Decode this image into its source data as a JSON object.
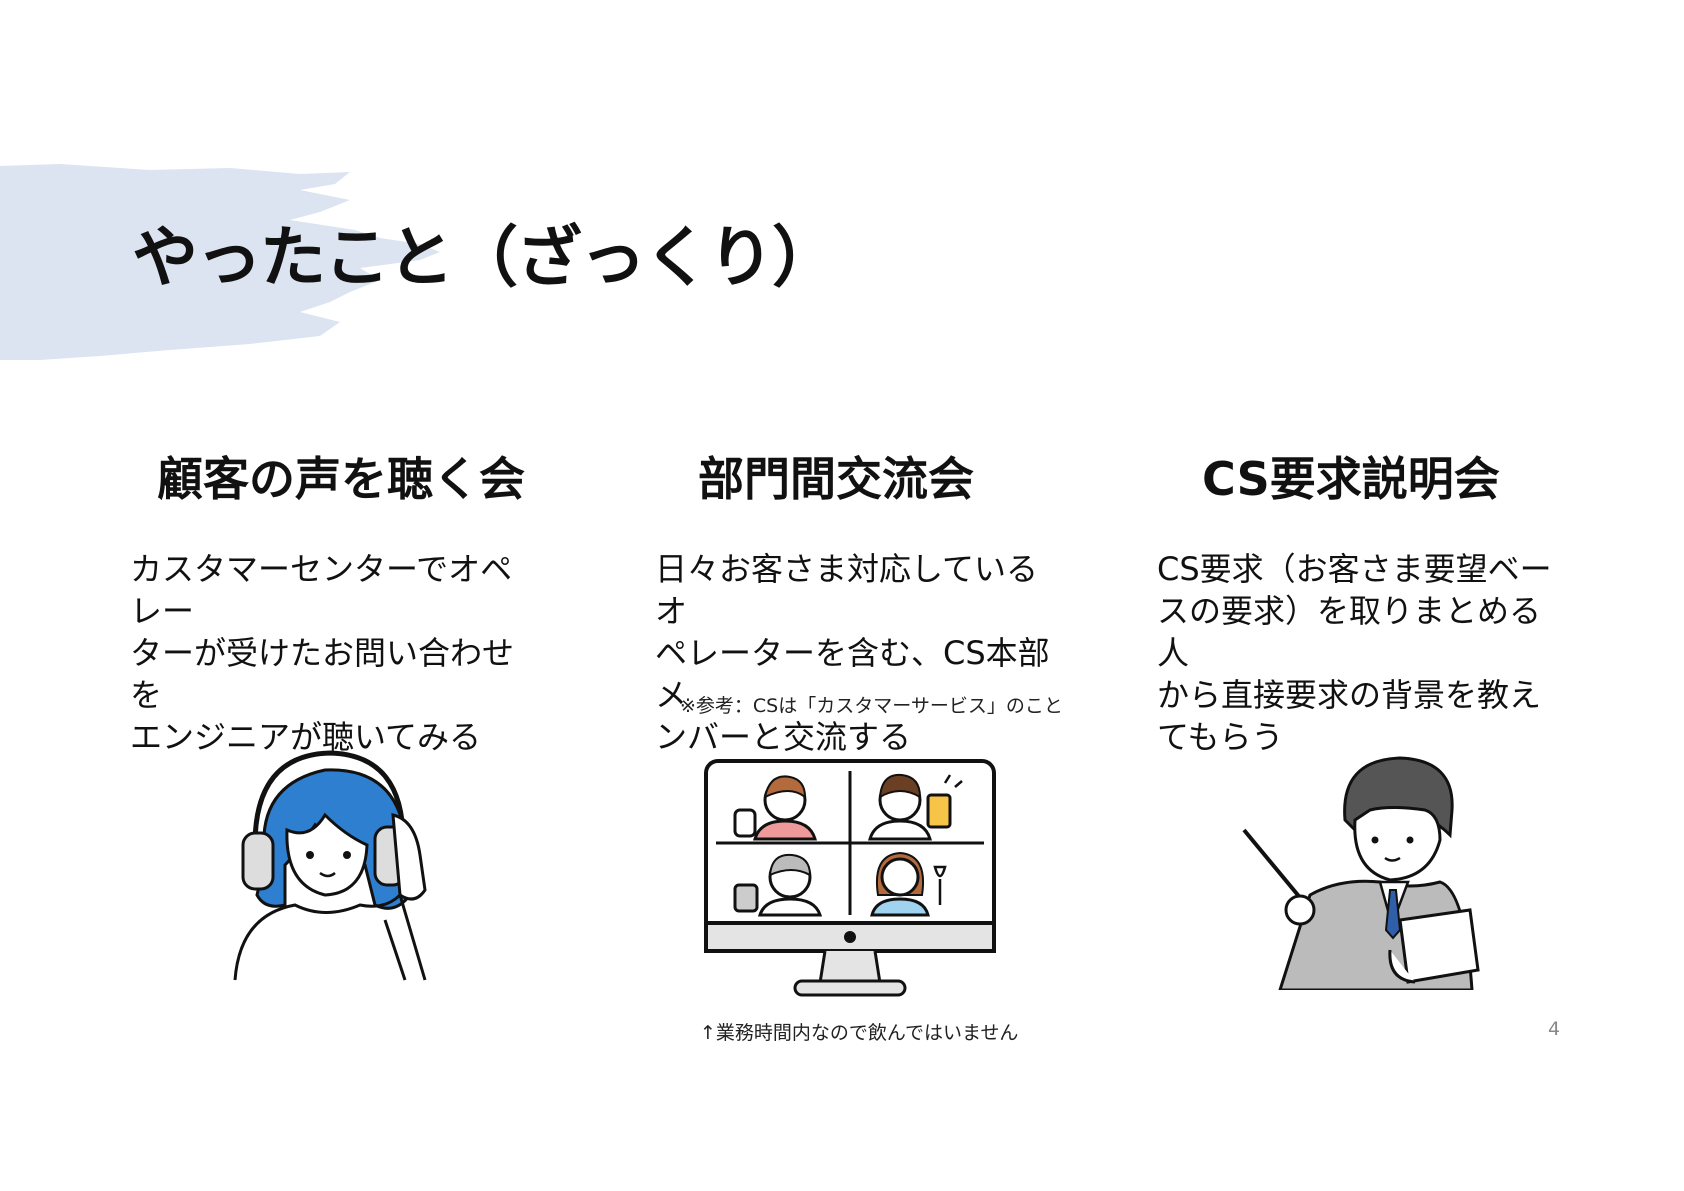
{
  "slide": {
    "title": "やったこと（ざっくり）",
    "page_number": "4",
    "columns": [
      {
        "title": "顧客の声を聴く会",
        "body": "カスタマーセンターでオペレー\nターが受けたお問い合わせを\nエンジニアが聴いてみる"
      },
      {
        "title": "部門間交流会",
        "body": "日々お客さま対応しているオ\nペレーターを含む、CS本部メ\nンバーと交流する",
        "note": "※参考：CSは「カスタマーサービス」のこと",
        "caption": "↑業務時間内なので飲んではいません"
      },
      {
        "title": "CS要求説明会",
        "body": "CS要求（お客さま要望ベー\nスの要求）を取りまとめる人\nから直接要求の背景を教え\nてもらう"
      }
    ]
  },
  "colors": {
    "brush": "#dce4f2",
    "hair_blue": "#2e7fd0",
    "text": "#111111"
  },
  "icons": [
    "headset-woman-illustration",
    "video-call-monitor-illustration",
    "presenter-man-illustration"
  ]
}
